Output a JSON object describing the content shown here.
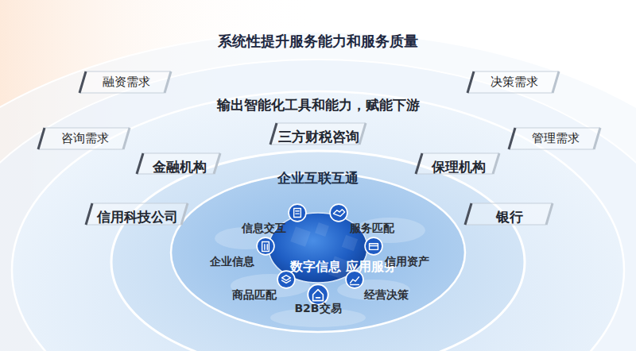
{
  "diagram": {
    "title": "系统性提升服务能力和服务质量",
    "nodes": [
      {
        "text": [
          "融资需求"
        ]
      },
      {
        "text": [
          "决策需求"
        ]
      },
      {
        "text": [
          "输出智能化工具和能力，赋能下游"
        ]
      },
      {
        "text": [
          "三方财税咨询"
        ],
        "in": 2
      },
      {
        "text": [
          "咨询需求"
        ]
      },
      {
        "text": [
          "管理需求"
        ]
      },
      {
        "text": [
          "金融机构"
        ],
        "in": 2
      },
      {
        "text": [
          "保理机构"
        ],
        "in": 2
      },
      {
        "text": [
          "企业互联互通"
        ],
        "in": 2
      },
      {
        "text": [
          "信用科技公司"
        ],
        "in": 2
      },
      {
        "text": [
          "银行"
        ],
        "in": 2
      },
      {
        "text": [
          "信息交互"
        ],
        "in": 8
      },
      {
        "text": [
          "服务匹配"
        ],
        "in": 8
      },
      {
        "text": [
          "企业信息"
        ],
        "in": 8
      },
      {
        "text": [
          "数字信息 应用服务"
        ],
        "in": 8
      },
      {
        "text": [
          "信用资产"
        ],
        "in": 8
      },
      {
        "text": [
          "商品匹配"
        ],
        "in": 8
      },
      {
        "text": [
          "经营决策"
        ],
        "in": 8
      },
      {
        "text": [
          "B2B交易"
        ],
        "in": 8
      }
    ]
  }
}
